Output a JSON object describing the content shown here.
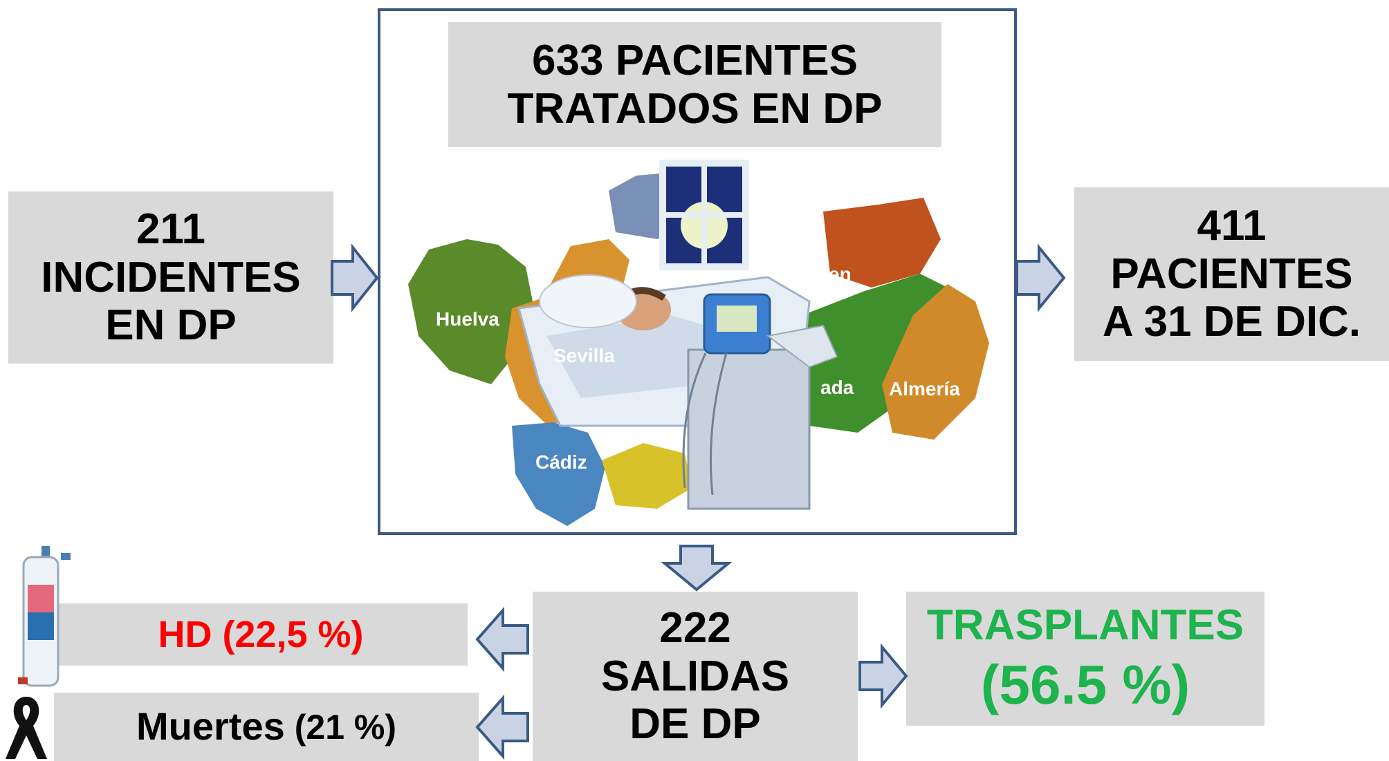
{
  "incidentes": {
    "line1": "211",
    "line2": "INCIDENTES",
    "line3": "EN DP"
  },
  "tratados": {
    "line1": "633 PACIENTES",
    "line2": "TRATADOS EN DP"
  },
  "pacientes_dic": {
    "line1": "411",
    "line2": "PACIENTES",
    "line3": "A 31 DE DIC."
  },
  "salidas": {
    "line1": "222",
    "line2": "SALIDAS",
    "line3": "DE DP"
  },
  "hd": {
    "label": "HD (22,5 %)",
    "color": "#ff0000"
  },
  "muertes": {
    "label": "Muertes",
    "pct": "(21 %)"
  },
  "trasplantes": {
    "line1": "TRASPLANTES",
    "line2": "(56.5 %)",
    "color": "#1db34d"
  },
  "map": {
    "provinces": [
      "Huelva",
      "Sevilla",
      "Cádiz",
      "en",
      "ada",
      "Almería"
    ],
    "colors": {
      "huelva": "#5a8a2a",
      "sevilla": "#d9932e",
      "cadiz": "#4a86c0",
      "jaen": "#c0521e",
      "granada": "#3f8f2c",
      "almeria": "#d08a2a",
      "cordoba": "#7a8fb5",
      "malaga": "#d8c22a"
    }
  },
  "colors": {
    "box": "#d9d9d9",
    "frame": "#3a5a86",
    "arrow_stroke": "#3a5a86",
    "arrow_fill": "#c9d3e3"
  }
}
